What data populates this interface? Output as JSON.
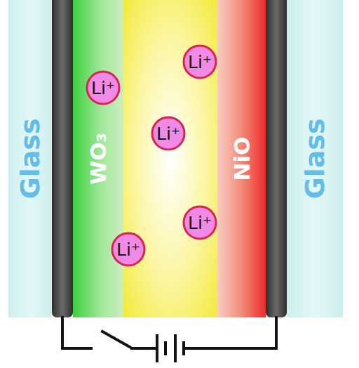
{
  "diagram": {
    "nodes": [
      {
        "text": [
          "Glass"
        ]
      },
      {
        "text": [
          "WO₃"
        ]
      },
      {
        "text": [
          "NiO"
        ]
      },
      {
        "text": [
          "Glass"
        ]
      },
      {
        "text": [
          "Li⁺"
        ]
      },
      {
        "text": [
          "Li⁺"
        ]
      },
      {
        "text": [
          "Li⁺"
        ]
      },
      {
        "text": [
          "Li⁺"
        ]
      },
      {
        "text": [
          "Li⁺"
        ]
      }
    ]
  }
}
